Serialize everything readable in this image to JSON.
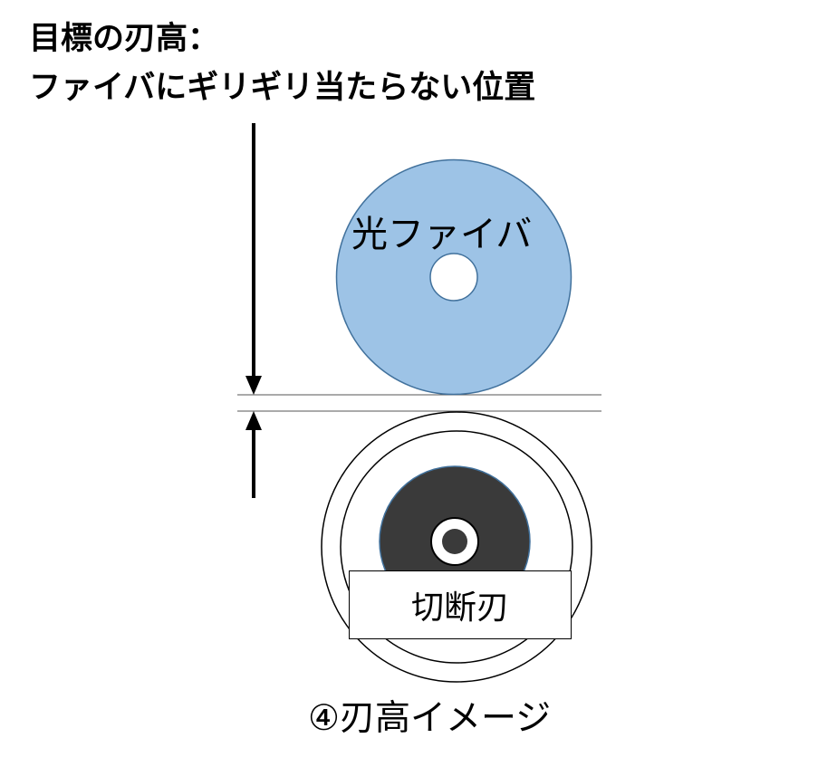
{
  "title": {
    "line1": "目標の刃高：",
    "line2": "ファイバにギリギリ当たらない位置"
  },
  "fiber": {
    "label": "光ファイバ",
    "color": "#9dc3e6"
  },
  "blade": {
    "label": "切断刃",
    "disc_color": "#3a3a3a"
  },
  "caption": "④刃高イメージ"
}
